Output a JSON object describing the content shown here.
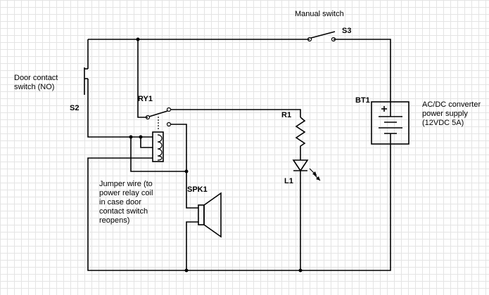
{
  "labels": {
    "manual_switch": "Manual switch",
    "s3": "S3",
    "door_contact": "Door contact\nswitch (NO)",
    "s2": "S2",
    "ry1": "RY1",
    "r1": "R1",
    "bt1": "BT1",
    "converter": "AC/DC converter\npower supply\n(12VDC 5A)",
    "l1": "L1",
    "spk1": "SPK1",
    "jumper": "Jumper wire (to\npower relay coil\nin case door\ncontact switch\nreopens)"
  }
}
